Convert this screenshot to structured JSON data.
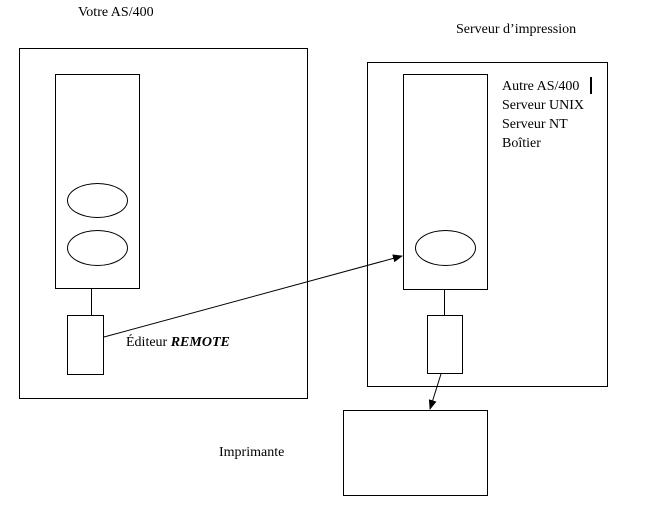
{
  "left_system": {
    "title": "Votre AS/400"
  },
  "right_system": {
    "title": "Serveur d’impression",
    "destinations": [
      "Autre AS/400",
      "Serveur UNIX",
      "Serveur NT",
      "Boîtier"
    ]
  },
  "writer": {
    "label_prefix": "Éditeur ",
    "label_emphasis": "REMOTE"
  },
  "printer": {
    "label": "Imprimante"
  }
}
